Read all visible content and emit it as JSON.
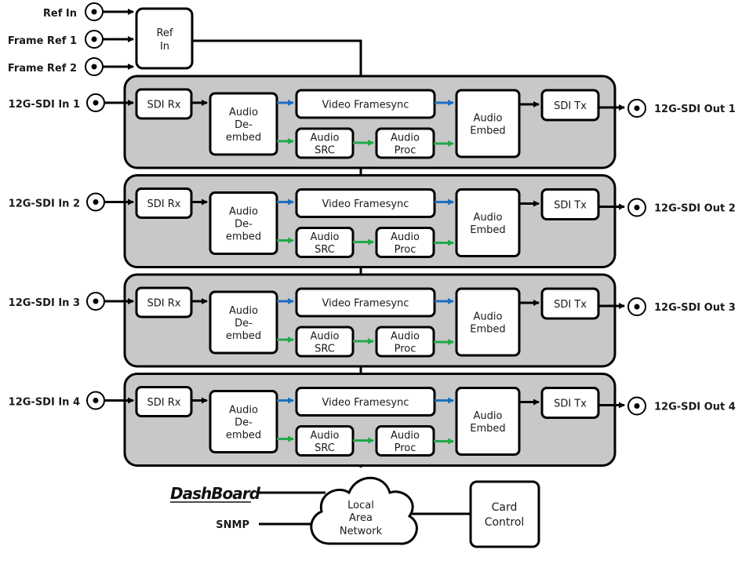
{
  "inputs": {
    "ref_in": "Ref In",
    "frame_ref_1": "Frame Ref 1",
    "frame_ref_2": "Frame Ref 2"
  },
  "ref_block": {
    "line1": "Ref",
    "line2": "In"
  },
  "channels": [
    {
      "input": "12G-SDI In 1",
      "output": "12G-SDI Out 1"
    },
    {
      "input": "12G-SDI In 2",
      "output": "12G-SDI Out 2"
    },
    {
      "input": "12G-SDI In 3",
      "output": "12G-SDI Out 3"
    },
    {
      "input": "12G-SDI In 4",
      "output": "12G-SDI Out 4"
    }
  ],
  "blocks": {
    "sdi_rx": "SDI Rx",
    "audio_deembed": [
      "Audio",
      "De-",
      "embed"
    ],
    "video_framesync": "Video Framesync",
    "audio_src": [
      "Audio",
      "SRC"
    ],
    "audio_proc": [
      "Audio",
      "Proc"
    ],
    "audio_embed": [
      "Audio",
      "Embed"
    ],
    "sdi_tx": "SDI Tx"
  },
  "control": {
    "dashboard_logo": "DashBoard",
    "snmp": "SNMP",
    "lan": [
      "Local",
      "Area",
      "Network"
    ],
    "card_control": [
      "Card",
      "Control"
    ]
  },
  "colors": {
    "video_arrow": "#1f6fbf",
    "audio_arrow": "#22a84a",
    "channel_bg": "#c8c8c8"
  }
}
